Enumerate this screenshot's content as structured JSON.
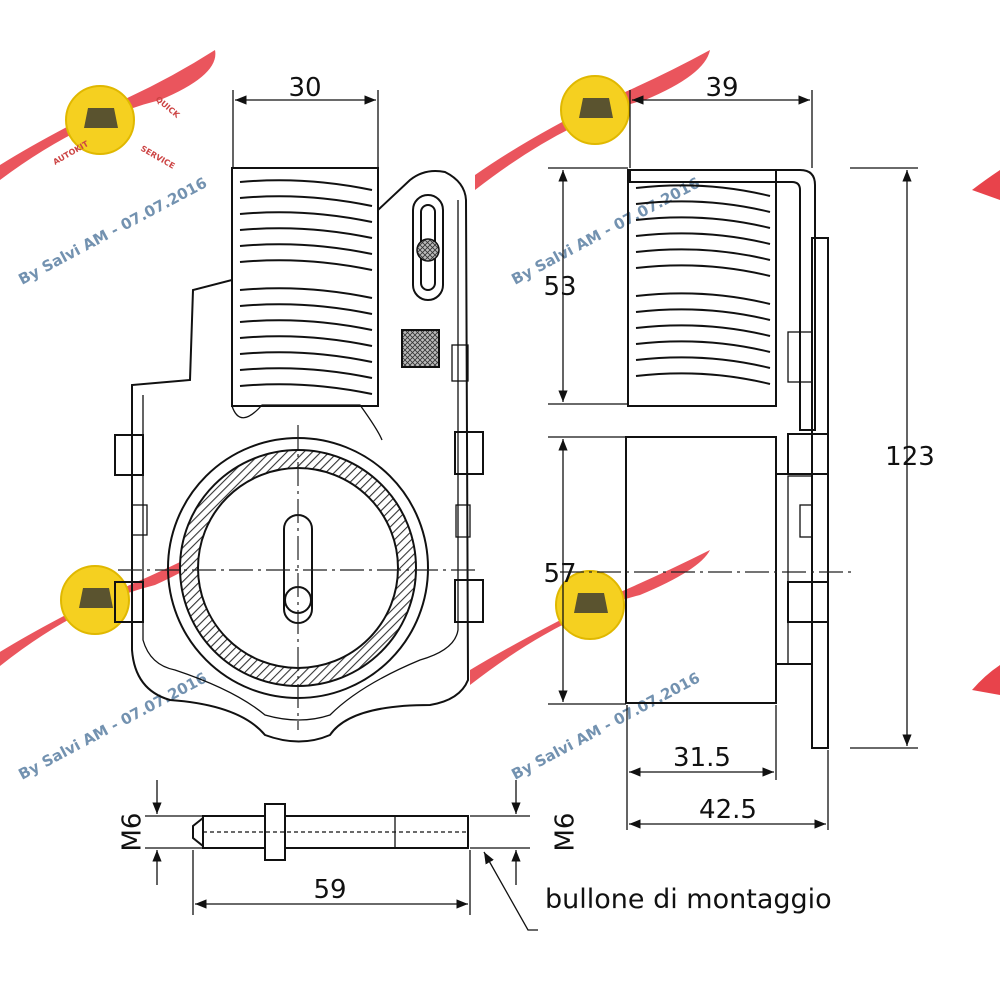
{
  "dimensions": {
    "spring_width": "30",
    "side_width": "39",
    "spring_height": "53",
    "pulley_height": "57",
    "total_height": "123",
    "pulley_width": "31.5",
    "total_width": "42.5",
    "bolt_length": "59",
    "bolt_thread_left": "M6",
    "bolt_thread_right": "M6"
  },
  "labels": {
    "bolt_caption": "bullone di montaggio"
  },
  "watermark": {
    "text": "By Salvi AM - 07.07.2016",
    "brand": "AUTOKIT",
    "sub": "SERVICE",
    "tag": "QUICK",
    "wing_color": "#e8434b",
    "badge_color": "#f5d020",
    "text_color": "#5b7fa3"
  }
}
